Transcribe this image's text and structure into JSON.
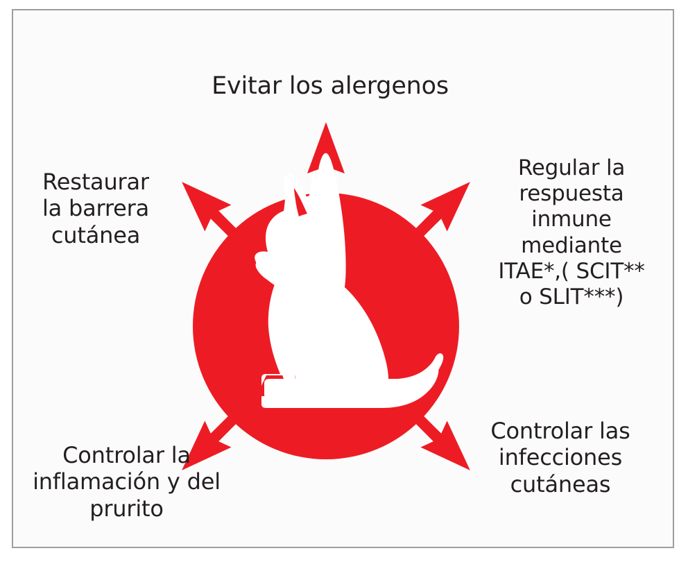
{
  "figure": {
    "kind": "radial-concept-diagram",
    "center": {
      "icon_name": "sitting-dog-silhouette-icon",
      "circle_color": "#ED1C24",
      "silhouette_color": "#FFFFFF"
    },
    "background_color": "#FCFBFB",
    "border_color": "#9D9D9D",
    "text_color": "#231F20",
    "arrow_color": "#ED1C24",
    "arrow_count": 5
  },
  "labels": {
    "top": "Evitar los alergenos",
    "left": "Restaurar\nla barrera\ncutánea",
    "right": "Regular la\nrespuesta\ninmune\nmediante\nITAE*,( SCIT**\no SLIT***)",
    "bottom_left": "Controlar la\ninflamación y del\nprurito",
    "bottom_right": "Controlar las\ninfecciones\ncutáneas"
  },
  "nodes": [
    {
      "id": "top",
      "direction": "up",
      "text": "Evitar los alergenos"
    },
    {
      "id": "left",
      "direction": "upper-left",
      "text": "Restaurar la barrera cutánea"
    },
    {
      "id": "right",
      "direction": "upper-right",
      "text": "Regular la respuesta inmune mediante ITAE*,( SCIT** o SLIT***)"
    },
    {
      "id": "bottom-left",
      "direction": "lower-left",
      "text": "Controlar la inflamación y del prurito"
    },
    {
      "id": "bottom-right",
      "direction": "lower-right",
      "text": "Controlar las infecciones cutáneas"
    }
  ]
}
